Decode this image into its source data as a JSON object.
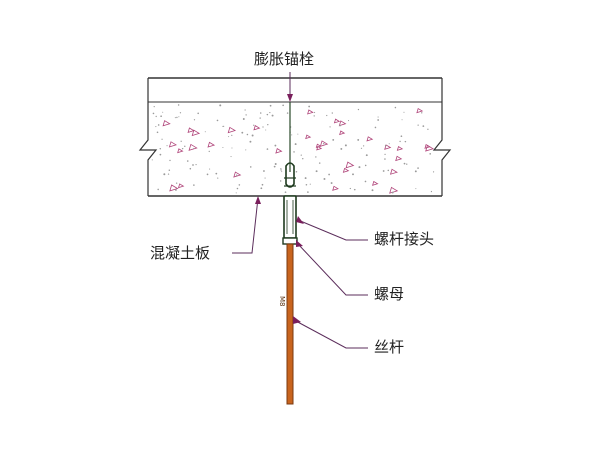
{
  "diagram": {
    "labels": {
      "anchor_bolt": "膨胀锚栓",
      "concrete_slab": "混凝土板",
      "rod_joint": "螺杆接头",
      "nut": "螺母",
      "threaded_rod": "丝杆"
    },
    "rod_mark": "M8",
    "colors": {
      "slab_outline": "#333333",
      "aggregate": "#b0457a",
      "leader": "#5b2d5b",
      "arrow": "#7a1f5c",
      "rod_fill": "#c8641e",
      "rod_edge": "#7a3a10",
      "hardware": "#2a4a2a"
    }
  }
}
